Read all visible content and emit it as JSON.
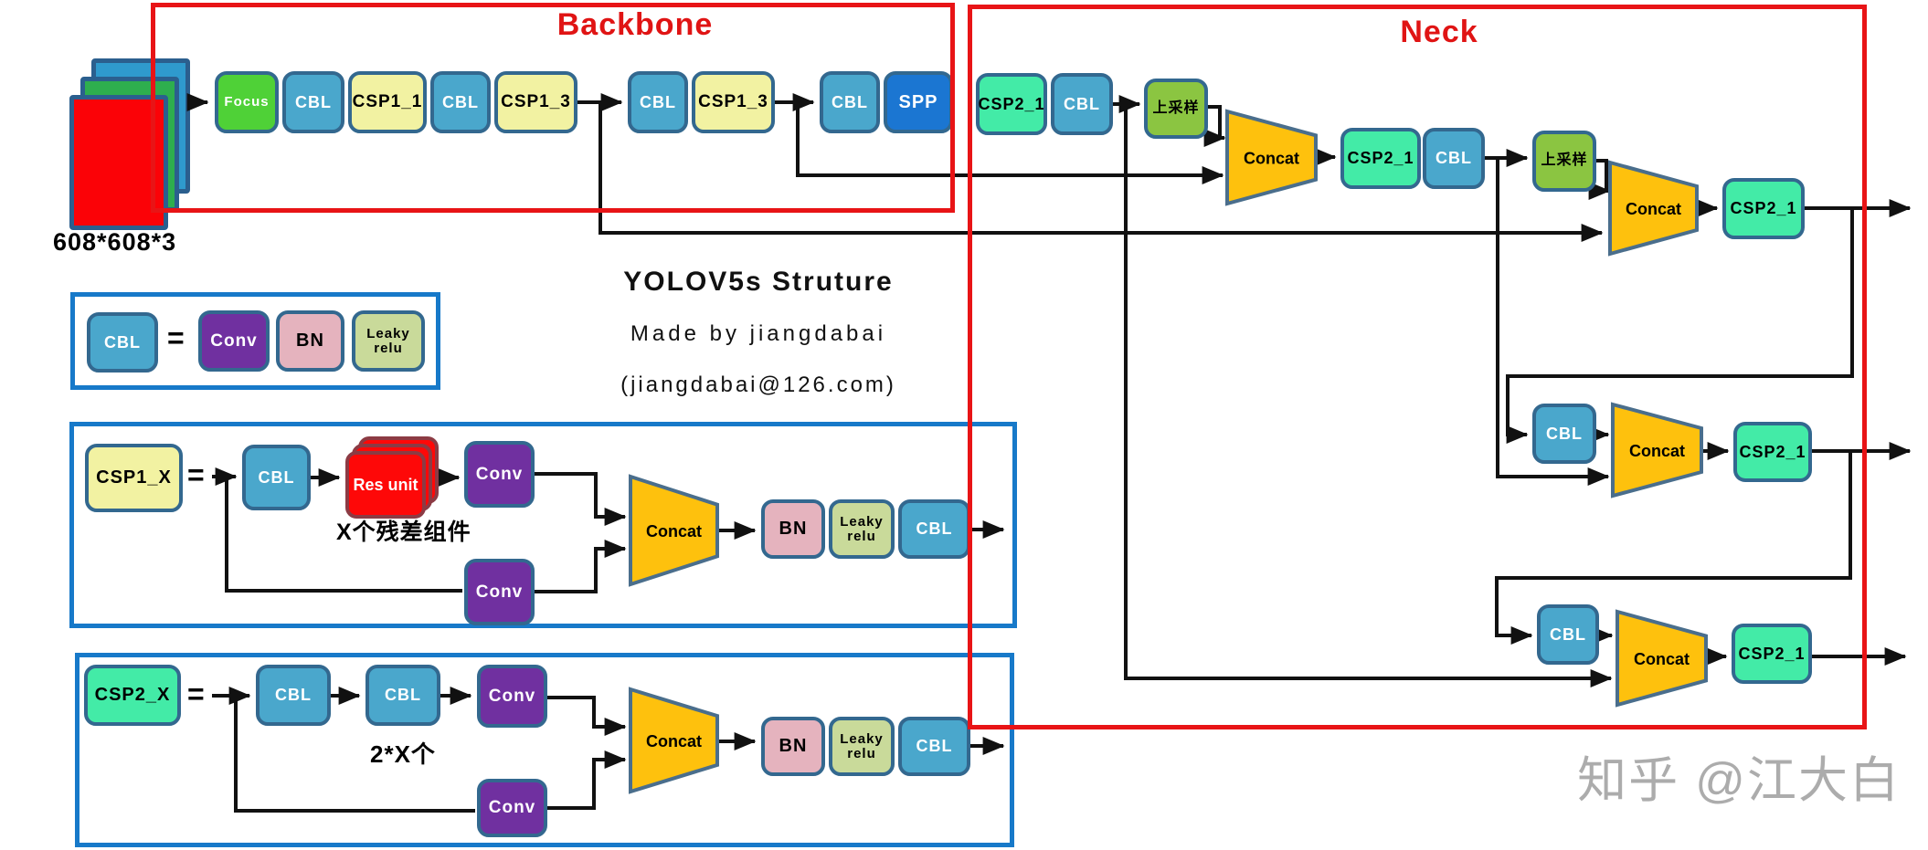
{
  "sections": {
    "backbone": "Backbone",
    "neck": "Neck"
  },
  "title": {
    "main": "YOLOV5s Struture",
    "subtitle": "Made by jiangdabai",
    "email": "(jiangdabai@126.com)"
  },
  "input": {
    "dims": "608*608*3"
  },
  "node_labels": {
    "focus": "Focus",
    "cbl": "CBL",
    "csp1_1": "CSP1_1",
    "csp1_3": "CSP1_3",
    "spp": "SPP",
    "csp2_1": "CSP2_1",
    "upsample": "上采样",
    "concat": "Concat",
    "conv": "Conv",
    "bn": "BN",
    "leaky_relu": "Leaky relu",
    "res_unit": "Res unit",
    "csp1_x": "CSP1_X",
    "csp2_x": "CSP2_X"
  },
  "legend": {
    "equals": "=",
    "csp1_note": "X个残差组件",
    "csp2_note": "2*X个"
  },
  "watermark": "知乎 @江大白",
  "colors": {
    "cbl": "#4AA7CC",
    "focus": "#4FD137",
    "csp1": "#F2F2A2",
    "spp": "#1B76D2",
    "csp2": "#43EBA7",
    "upsample": "#8BC541",
    "concat": "#FEC10D",
    "conv": "#7030A0",
    "bn": "#E5B3BE",
    "leaky": "#C9DA9A",
    "res": "#FE0808",
    "frame_red": "#E81416",
    "frame_blue": "#1779C9",
    "block_border": "#33688F",
    "line": "#111111",
    "input_red": "#FB0207",
    "input_green": "#2EAE4E",
    "input_blue": "#2F9ACD",
    "title_red": "#E01414",
    "watermark_gray": "#ACACAC"
  }
}
